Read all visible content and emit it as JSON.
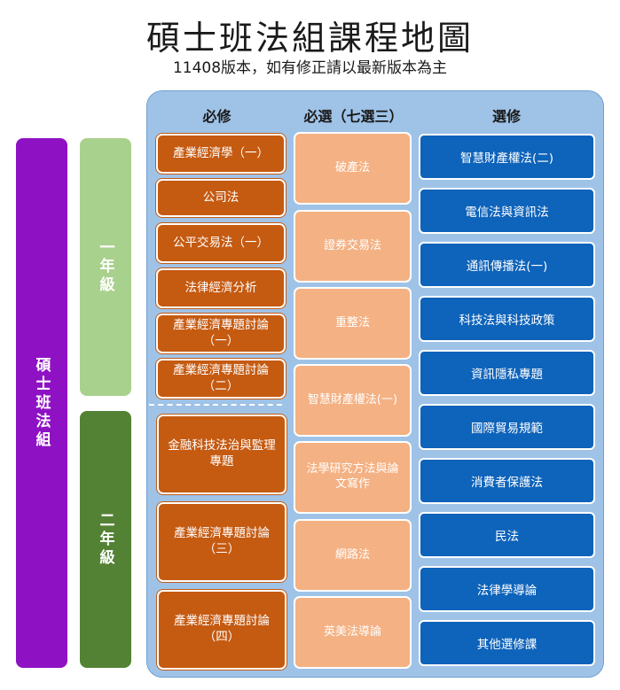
{
  "title": "碩士班法組課程地圖",
  "subtitle": "11408版本，如有修正請以最新版本為主",
  "program_label": "碩士班法組",
  "year_labels": [
    "一年級",
    "二年級"
  ],
  "columns": {
    "required": "必修",
    "elective_core": "必選（七選三）",
    "elective": "選修"
  },
  "required_courses": [
    "產業經濟學（一）",
    "公司法",
    "公平交易法（一）",
    "法律經濟分析",
    "產業經濟專題討論（一）",
    "產業經濟專題討論（二）",
    "金融科技法治與監理專題",
    "產業經濟專題討論（三）",
    "產業經濟專題討論（四）"
  ],
  "core_electives": [
    "破產法",
    "證券交易法",
    "重整法",
    "智慧財產權法(一)",
    "法學研究方法與論文寫作",
    "網路法",
    "英美法導論"
  ],
  "electives": [
    "智慧財產權法(二)",
    "電信法與資訊法",
    "通訊傳播法(一)",
    "科技法與科技政策",
    "資訊隱私專題",
    "國際貿易規範",
    "消費者保護法",
    "民法",
    "法律學導論",
    "其他選修課"
  ],
  "colors": {
    "program_bar": "#8e12c4",
    "year1_bar": "#a9d18e",
    "year2_bar": "#548235",
    "panel": "#9fc3e7",
    "required": "#c55a11",
    "core_elective": "#f4b183",
    "elective": "#0e63ba"
  }
}
